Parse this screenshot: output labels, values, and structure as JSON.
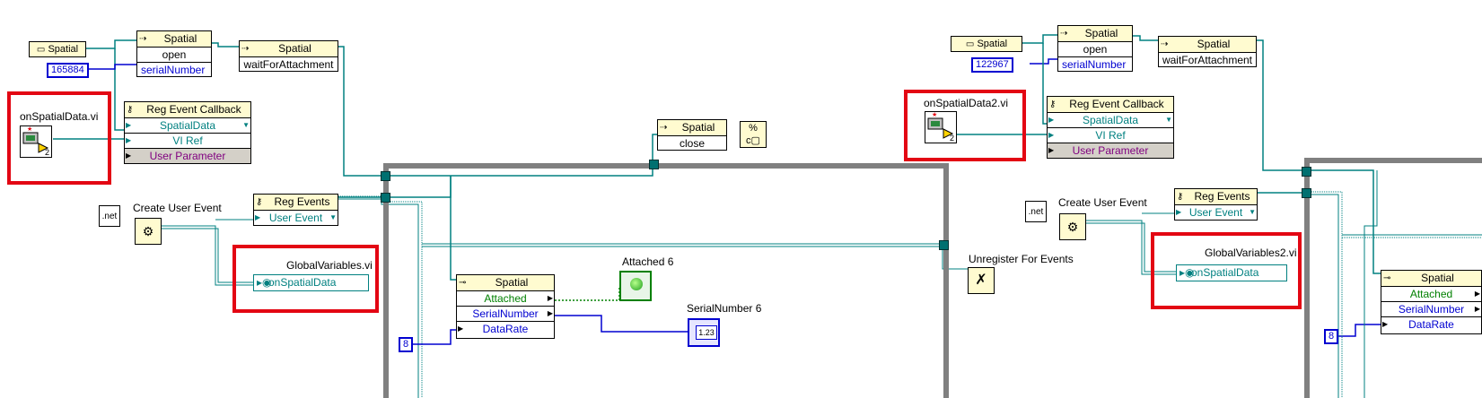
{
  "colors": {
    "wire_teal": "#008080",
    "wire_blue": "#0000d0",
    "wire_green": "#008000",
    "loop_gray": "#808080",
    "highlight_red": "#e30613",
    "node_header": "#fffbd0"
  },
  "left": {
    "spatial_ref_label": "Spatial",
    "serial_const": "165884",
    "open_node": {
      "title": "Spatial",
      "method": "open",
      "param": "serialNumber"
    },
    "wait_node": {
      "title": "Spatial",
      "method": "waitForAttachment"
    },
    "callback_vi": "onSpatialData.vi",
    "callback_vi_badge": "2",
    "reg_callback": {
      "title": "Reg Event Callback",
      "event": "SpatialData",
      "vi_ref": "VI Ref",
      "user_param": "User Parameter"
    },
    "create_user_event": "Create User Event",
    "net_icon": ".net",
    "reg_events": {
      "title": "Reg Events",
      "event": "User Event"
    },
    "global_vi": "GlobalVariables.vi",
    "global_term": "onSpatialData",
    "close_node": {
      "title": "Spatial",
      "method": "close"
    },
    "unregister": "Unregister For Events",
    "property_node": {
      "title": "Spatial",
      "p1": "Attached",
      "p2": "SerialNumber",
      "p3": "DataRate"
    },
    "attached_ind": "Attached 6",
    "serial_ind": "SerialNumber 6",
    "serial_ind_text": "1.23",
    "rate_const": "8"
  },
  "right": {
    "spatial_ref_label": "Spatial",
    "serial_const": "122967",
    "open_node": {
      "title": "Spatial",
      "method": "open",
      "param": "serialNumber"
    },
    "wait_node": {
      "title": "Spatial",
      "method": "waitForAttachment"
    },
    "callback_vi": "onSpatialData2.vi",
    "callback_vi_badge": "2",
    "reg_callback": {
      "title": "Reg Event Callback",
      "event": "SpatialData",
      "vi_ref": "VI Ref",
      "user_param": "User Parameter"
    },
    "create_user_event": "Create User Event",
    "net_icon": ".net",
    "reg_events": {
      "title": "Reg Events",
      "event": "User Event"
    },
    "global_vi": "GlobalVariables2.vi",
    "global_term": "onSpatialData",
    "property_node": {
      "title": "Spatial",
      "p1": "Attached",
      "p2": "SerialNumber",
      "p3": "DataRate"
    },
    "rate_const": "8"
  }
}
